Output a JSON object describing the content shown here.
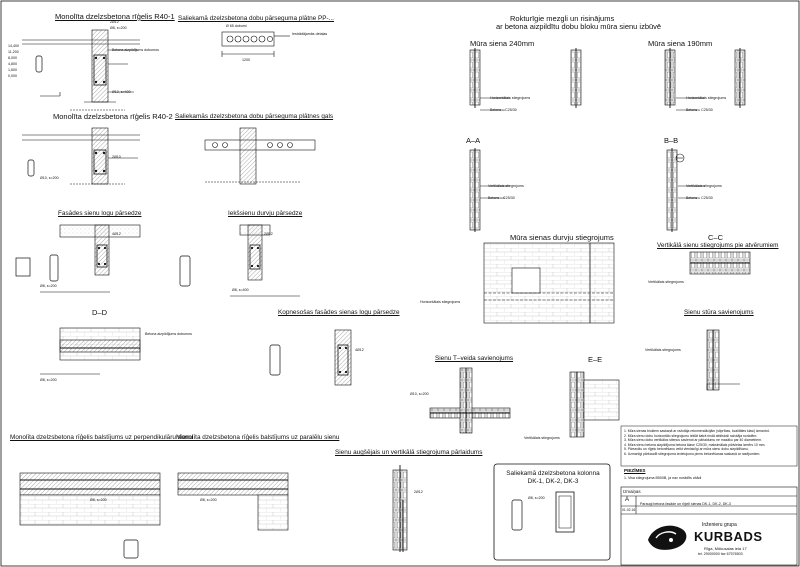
{
  "titles": {
    "r40_1": "Monolīta dzelzsbetona rīģelis R40-1",
    "r40_2": "Monolīta dzelzsbetona rīģelis R40-2",
    "slab_pp": "Saliekamā dzelzsbetona dobu pārseguma plātne PP-...",
    "slab_end": "Saliekamās dzelzsbetona dobu pārseguma plātnes gals",
    "reinf_top": "Rokturīgie mezgli un risinājums",
    "reinf_sub": "ar betona aizpildītu dobu bloku mūra sienu izbūvē",
    "wall240": "Mūra siena 240mm",
    "wall190": "Mūra siena 190mm",
    "aa": "A–A",
    "bb": "B–B",
    "facade_beam": "Fasādes sienu logu pārsedze",
    "inner_door": "Iekšsienu durvju pārsedze",
    "wall_reinf": "Mūra sienas durvju stiegrojums",
    "cc": "C–C",
    "cc_sub": "Vertikālā sienu stiegrojums pie atvērumiem",
    "dd": "D–D",
    "carrier": "Kopnesošas fasādes sienas logu pārsedze",
    "pillar": "Sienu stūra savienojums",
    "tjoin": "Sienu T–veida savienojums",
    "ee": "E–E",
    "perp": "Monolīta dzelzsbetona rīģelis balstījums uz perpendikulāru sienu",
    "para": "Monolīta dzelzsbetona rīģelis balstījums uz paralēlu sienu",
    "top_join": "Sienu augšējais un vertikālā stiegrojuma pārlaidums",
    "column": "Saliekamā dzelzsbetona kolonna DK-1, DK-2, DK-3"
  },
  "notes": [
    "1. Mūra sienas blokiem saskaņā ar ražotāja rekomendācijām (stiprības, kvalitātes klasi) izmantot.",
    "2. Mūra sienu dobu horizontālo stiegrojumu ieklāt katrā rindā atbilstoši ražotāja norādēm.",
    "3. Mūra sienu dobu vertikālos stieņus savienot ar pārlaidumu ne mazāku par 40 diametriem.",
    "4. Mūra sienu betona aizpildījuma betona klase C25/30, maksimālais pildvielas izmērs 10 mm.",
    "5. Pārsedžu un rīģeļu betonēšanu veikt vienlaicīgi ar mūra sienu dobu aizpildīšanu.",
    "6. Uzmanīgi pārbaudīt stiegrojuma izvietojumu pirms betonēšanas saskaņā ar rasējumiem."
  ],
  "notes_head": "PIEZĪMES",
  "notes_after": "1. Visa stiegrojuma B500B, ja nav norādīts citādi",
  "grid_label": "Izmaiņas",
  "title_block": {
    "rev": "A",
    "date": "01.02.16",
    "desc": "Paraugi betona fasāde un rīģeļi sienas DK-1, DK-2, DK-3",
    "company_small": "Inženieru grupa",
    "company": "KURBADS",
    "addr1": "Rīga, Mūkusalas iela 17",
    "addr2": "tel. 29000000 fax 67576503"
  },
  "labels": {
    "s1": "2Ø12",
    "s2": "Ø8, s=200",
    "s3": "Ø10, s=200",
    "s4": "Ø12, s=400",
    "s5": "Ø8, s=400",
    "s6": "2Ø10",
    "s7": "4Ø12",
    "concrete": "Betons – C25/30",
    "filler": "Betona aizpildījums dobumos",
    "lrebar": "Horizontālais stiegrojums",
    "vrebar": "Vertikālais stiegrojums",
    "dim1": "1200",
    "dim2": "240",
    "dim3": "190",
    "dim4": "14,400",
    "dim5": "11,200",
    "dim6": "8,000",
    "dim7": "4,800",
    "dim8": "1,600",
    "dim9": "0,000",
    "slabdim": "Ø 65 dobumi",
    "embed": "Iestrādājamās detaļas"
  }
}
